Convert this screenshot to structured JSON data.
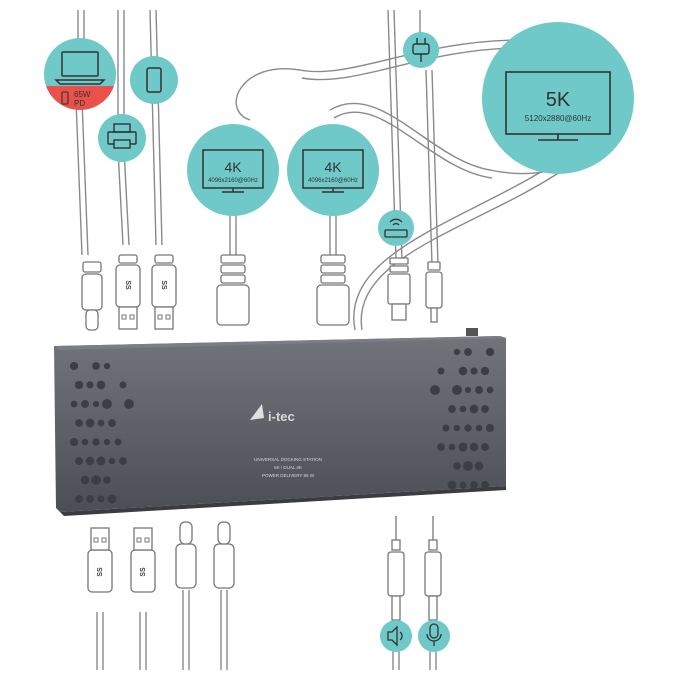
{
  "colors": {
    "accent": "#6ec9c8",
    "power_badge": "#e8524a",
    "dock_body": "#5e6168",
    "dock_top": "#6d7077",
    "dock_bottom": "#3f4247",
    "cable": "#8a8a8a"
  },
  "power_badge": {
    "text_top": "65W",
    "text_bottom": "PD"
  },
  "monitors": [
    {
      "icon": "monitor-icon",
      "resolution": "4K",
      "detail": "4096x2160@60Hz"
    },
    {
      "icon": "monitor-icon",
      "resolution": "4K",
      "detail": "4096x2160@60Hz"
    },
    {
      "icon": "monitor-icon",
      "resolution": "5K",
      "detail": "5120x2880@60Hz"
    }
  ],
  "devices": {
    "laptop": "laptop-icon",
    "printer": "printer-icon",
    "phone": "smartphone-icon",
    "power": "power-plug-icon",
    "router": "router-icon",
    "speaker": "speaker-icon",
    "microphone": "microphone-icon"
  },
  "dock": {
    "brand": "i-tec",
    "line1": "UNIVERSAL DOCKING STATION",
    "line2": "5K / DUAL 4K",
    "line3": "POWER DELIVERY 65 W"
  }
}
